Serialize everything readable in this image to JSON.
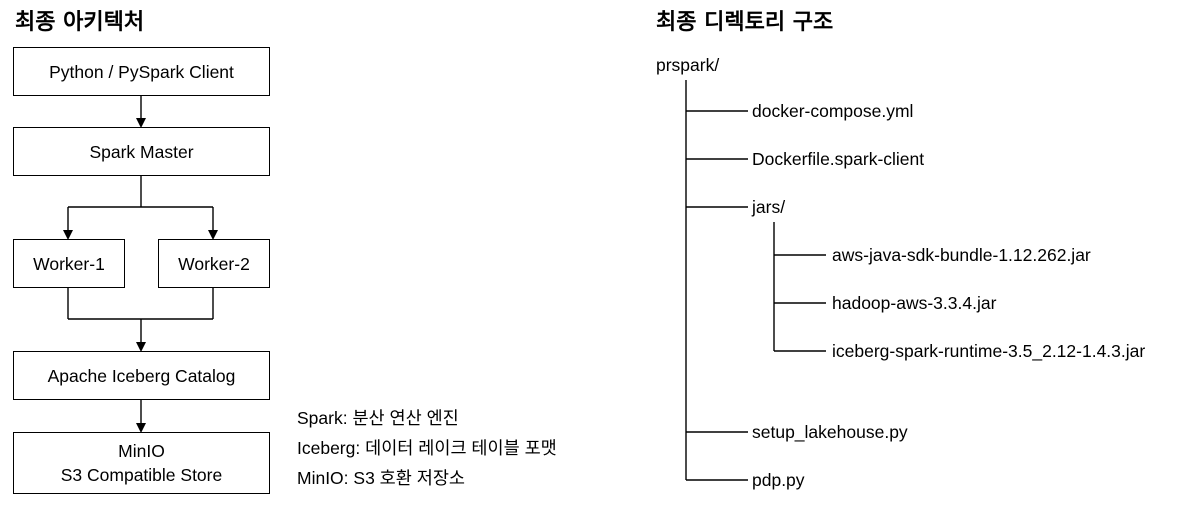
{
  "architecture": {
    "title": "최종 아키텍처",
    "nodes": {
      "client": "Python / PySpark Client",
      "master": "Spark Master",
      "worker1": "Worker-1",
      "worker2": "Worker-2",
      "catalog": "Apache Iceberg Catalog",
      "storage_line1": "MinIO",
      "storage_line2": "S3 Compatible Store"
    },
    "notes": [
      "Spark: 분산 연산 엔진",
      "Iceberg: 데이터 레이크 테이블 포맷",
      "MinIO: S3 호환 저장소"
    ]
  },
  "directory": {
    "title": "최종 디렉토리 구조",
    "root": "prspark/",
    "entries": [
      "docker-compose.yml",
      "Dockerfile.spark-client",
      "jars/",
      "setup_lakehouse.py",
      "pdp.py"
    ],
    "jars": [
      "aws-java-sdk-bundle-1.12.262.jar",
      "hadoop-aws-3.3.4.jar",
      "iceberg-spark-runtime-3.5_2.12-1.4.3.jar"
    ]
  }
}
